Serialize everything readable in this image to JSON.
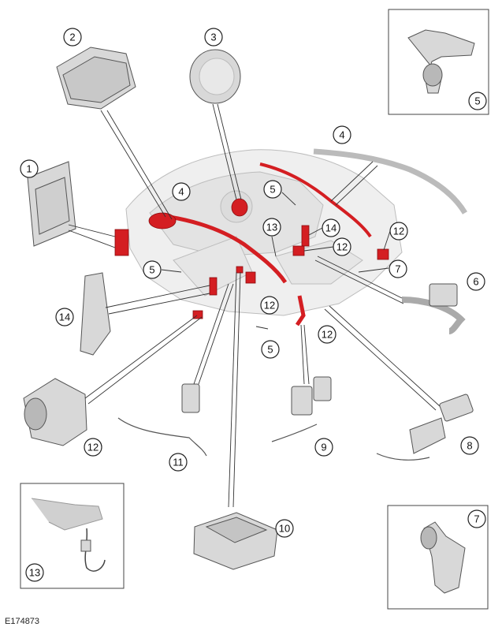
{
  "figure_id": "E174873",
  "callouts": [
    {
      "key": "c2",
      "label": "2"
    },
    {
      "key": "c3",
      "label": "3"
    },
    {
      "key": "c5a",
      "label": "5"
    },
    {
      "key": "c4a",
      "label": "4"
    },
    {
      "key": "c1",
      "label": "1"
    },
    {
      "key": "c4b",
      "label": "4"
    },
    {
      "key": "c5b",
      "label": "5"
    },
    {
      "key": "c12a",
      "label": "12"
    },
    {
      "key": "c13a",
      "label": "13"
    },
    {
      "key": "c14a",
      "label": "14"
    },
    {
      "key": "c12b",
      "label": "12"
    },
    {
      "key": "c5c",
      "label": "5"
    },
    {
      "key": "c7a",
      "label": "7"
    },
    {
      "key": "c6",
      "label": "6"
    },
    {
      "key": "c14b",
      "label": "14"
    },
    {
      "key": "c12c",
      "label": "12"
    },
    {
      "key": "c5d",
      "label": "5"
    },
    {
      "key": "c12d",
      "label": "12"
    },
    {
      "key": "c12e",
      "label": "12"
    },
    {
      "key": "c11",
      "label": "11"
    },
    {
      "key": "c9",
      "label": "9"
    },
    {
      "key": "c8",
      "label": "8"
    },
    {
      "key": "c13b",
      "label": "13"
    },
    {
      "key": "c10",
      "label": "10"
    },
    {
      "key": "c7b",
      "label": "7"
    }
  ]
}
